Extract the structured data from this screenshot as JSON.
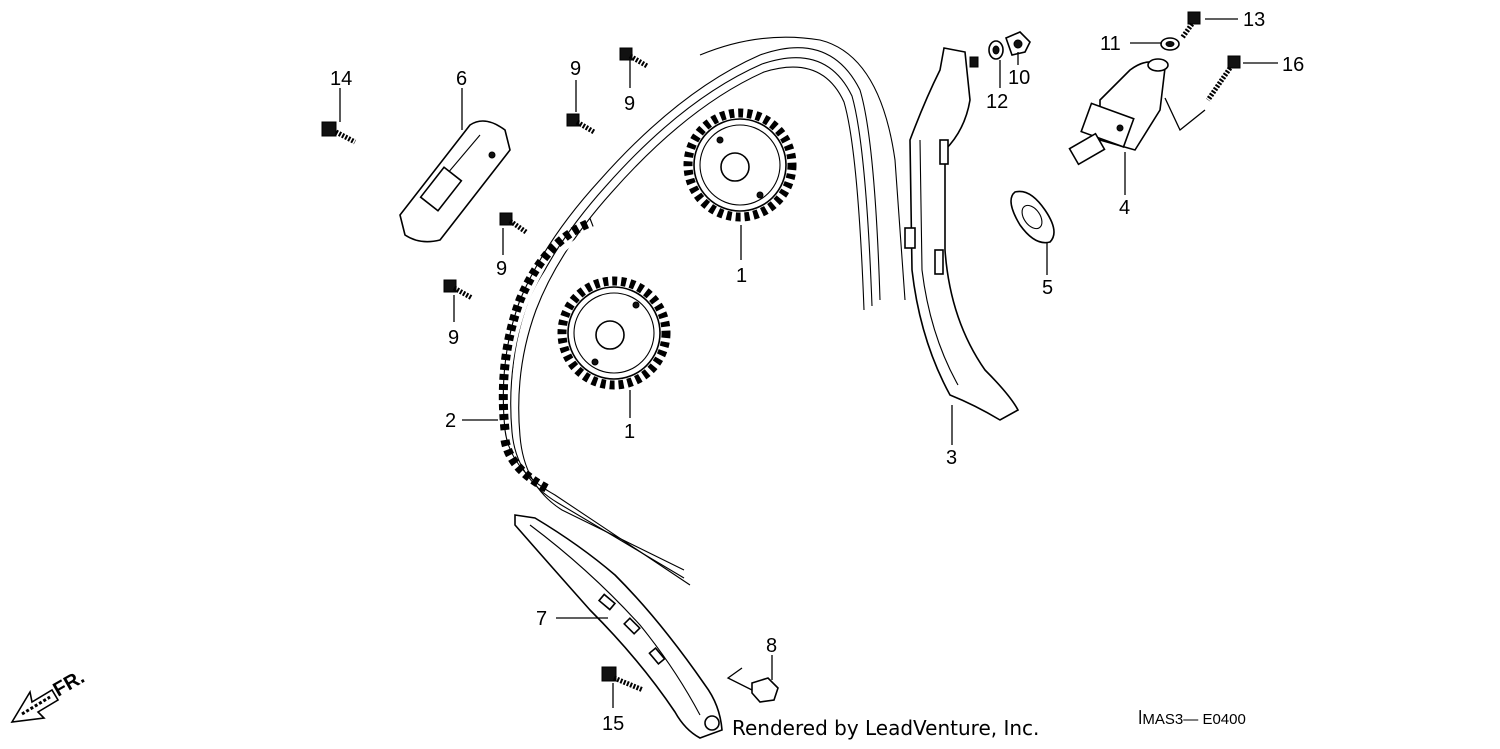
{
  "callouts": {
    "c1a": "1",
    "c1b": "1",
    "c2": "2",
    "c3": "3",
    "c4": "4",
    "c5": "5",
    "c6": "6",
    "c7": "7",
    "c8": "8",
    "c9a": "9",
    "c9b": "9",
    "c9c": "9",
    "c9d": "9",
    "c10": "10",
    "c11": "11",
    "c12": "12",
    "c13": "13",
    "c14": "14",
    "c15": "15",
    "c16": "16"
  },
  "direction_label": "FR.",
  "credit": "Rendered by LeadVenture, Inc.",
  "diagram_code": "ꟾMAS3— E0400"
}
